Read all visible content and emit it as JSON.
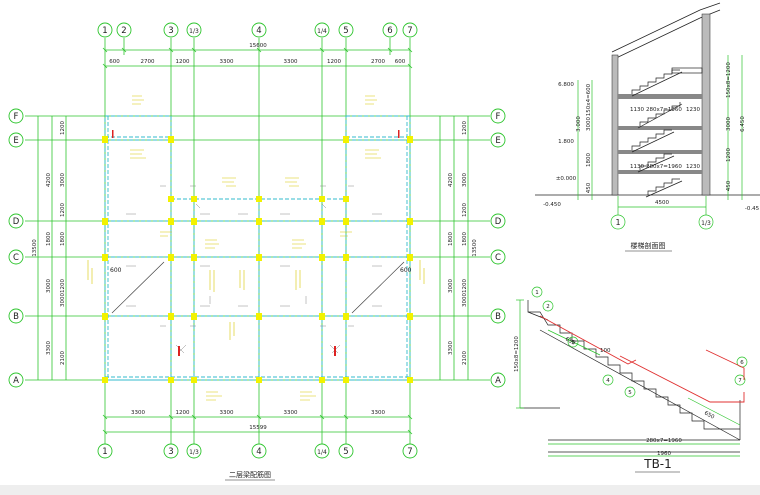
{
  "plan": {
    "top_axes": [
      "1",
      "2",
      "3",
      "1/3",
      "4",
      "1/4",
      "5",
      "6",
      "7"
    ],
    "bottom_axes": [
      "1",
      "3",
      "1/3",
      "4",
      "1/4",
      "5",
      "7"
    ],
    "row_axes": [
      "F",
      "E",
      "D",
      "C",
      "B",
      "A"
    ],
    "overall_width": "15600",
    "overall_width_bottom": "15599",
    "top_dims": [
      "600",
      "2700",
      "1200",
      "3300",
      "3300",
      "1200",
      "2700",
      "600"
    ],
    "bottom_dims": [
      "3300",
      "1200",
      "3300",
      "3300",
      "3300"
    ],
    "left_dims_outer": [
      "4200",
      "1800",
      "3000",
      "3300"
    ],
    "left_dims_inner": [
      "1200",
      "3000",
      "1200",
      "1800",
      "1200",
      "3000",
      "2100"
    ],
    "left_total": "13500",
    "right_dims_outer": [
      "4200",
      "1800",
      "3000",
      "3300"
    ],
    "right_dims_inner": [
      "1200",
      "3000",
      "1200",
      "1800",
      "1200",
      "3000",
      "2100"
    ],
    "right_total": "13500",
    "offset_label": "600",
    "title": "二层梁配筋图"
  },
  "section": {
    "levels": [
      "6.800",
      "3.000",
      "1.800",
      "±0.000",
      "-0.450"
    ],
    "levels_right": [
      "6.450",
      "-0.45"
    ],
    "left_dims": [
      "150x4=600",
      "3000",
      "1800",
      "450"
    ],
    "right_dims": [
      "150x8=1200",
      "1200",
      "3000",
      "450"
    ],
    "stair_labels": [
      "1130",
      "280x7=1960",
      "1230",
      "1130",
      "280x7=1960",
      "1230"
    ],
    "bottom_dim": "4500",
    "axes": [
      "1",
      "1/3"
    ],
    "title": "楼梯剖面图"
  },
  "detail": {
    "title": "TB-1",
    "dims": [
      "650",
      "100",
      "650"
    ],
    "bottom_dims": [
      "280x7=1960",
      "1960"
    ],
    "side_dim": "150x8=1200",
    "markers": [
      "1",
      "2",
      "3",
      "4",
      "5",
      "6",
      "7"
    ]
  }
}
